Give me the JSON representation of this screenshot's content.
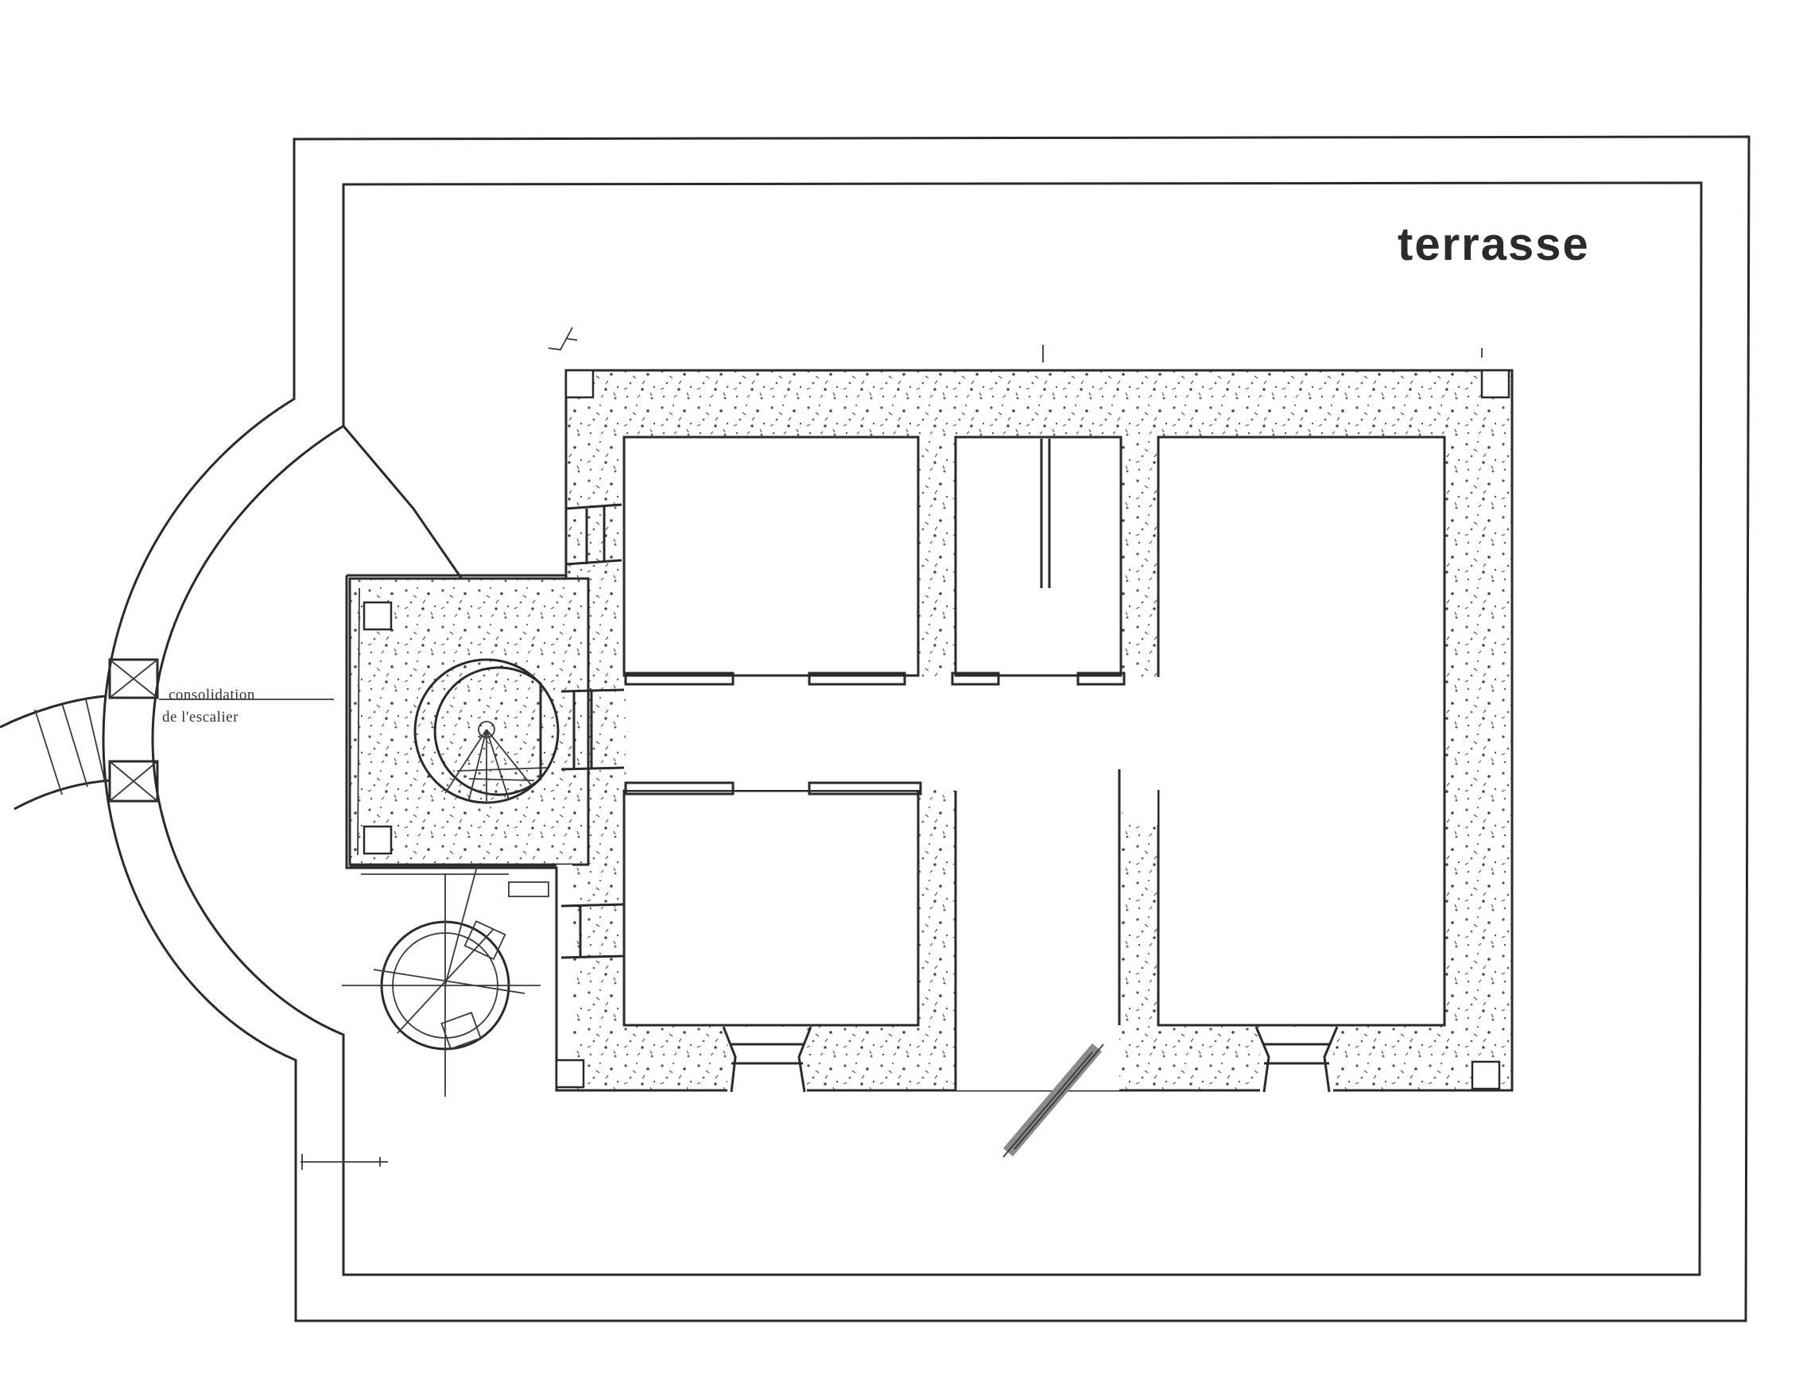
{
  "plan": {
    "area_label": "terrasse",
    "annotation_line1": "consolidation",
    "annotation_line2": "de l'escalier"
  },
  "colors": {
    "ink": "#2a2a2a",
    "paper": "#ffffff",
    "ramp": "#8a8a8a"
  }
}
